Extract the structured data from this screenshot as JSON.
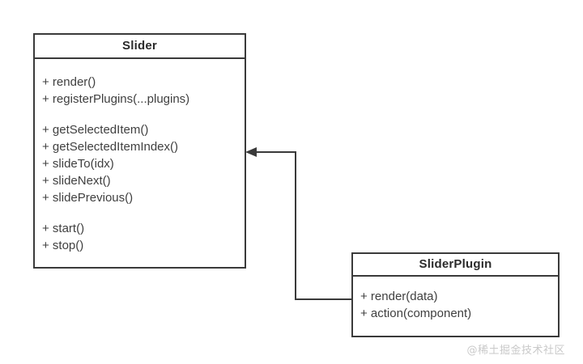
{
  "diagram": {
    "type": "uml-class-diagram",
    "background_color": "#ffffff",
    "stroke_color": "#3a3a3a",
    "text_color": "#3f3f3f",
    "title_color": "#2b2b2b"
  },
  "classes": [
    {
      "id": "slider",
      "name": "Slider",
      "groups": [
        {
          "members": [
            "+ render()",
            "+ registerPlugins(...plugins)"
          ]
        },
        {
          "members": [
            "+ getSelectedItem()",
            "+ getSelectedItemIndex()",
            "+ slideTo(idx)",
            "+ slideNext()",
            "+ slidePrevious()"
          ]
        },
        {
          "members": [
            "+ start()",
            "+ stop()"
          ]
        }
      ]
    },
    {
      "id": "sliderplugin",
      "name": "SliderPlugin",
      "groups": [
        {
          "members": [
            "+ render(data)",
            "+ action(component)"
          ]
        }
      ]
    }
  ],
  "connector": {
    "name": "slider-plugin-to-slider-arrow",
    "from": "SliderPlugin",
    "to": "Slider",
    "arrow_style": "solid-filled-triangle",
    "line_style": "orthogonal-solid"
  },
  "watermark": {
    "text": "@稀土掘金技术社区",
    "color": "#c9c9c9"
  }
}
